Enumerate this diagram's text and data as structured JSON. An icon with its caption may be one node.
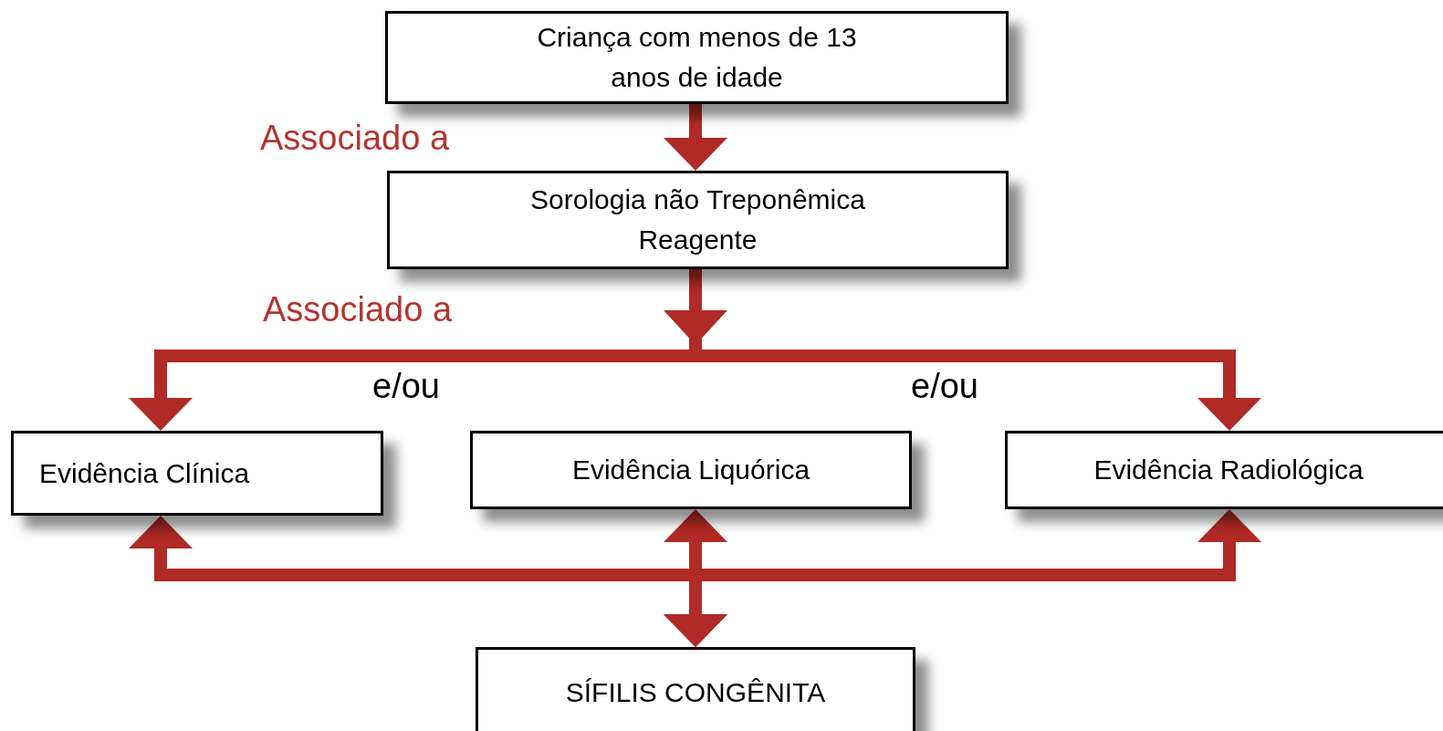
{
  "diagram": {
    "nodes": [
      {
        "text": [
          "Criança com menos de 13 anos de idade"
        ]
      },
      {
        "text": [
          "Sorologia não Treponêmica Reagente"
        ]
      },
      {
        "text": [
          "Evidência Clínica"
        ]
      },
      {
        "text": [
          "Evidência Liquórica"
        ]
      },
      {
        "text": [
          "Evidência Radiológica"
        ]
      },
      {
        "text": [
          "SÍFILIS CONGÊNITA"
        ]
      }
    ],
    "edges": [
      {
        "from": 0,
        "to": 1,
        "arrow": "to"
      },
      {
        "from": 1,
        "to": 2,
        "arrow": "to"
      },
      {
        "from": 1,
        "to": 4,
        "arrow": "to"
      },
      {
        "from": 2,
        "to": 5,
        "arrow": "both"
      },
      {
        "from": 3,
        "to": 5,
        "arrow": "both"
      },
      {
        "from": 4,
        "to": 5,
        "arrow": "both"
      }
    ],
    "labels": [
      "Associado a",
      "Associado a",
      "e/ou",
      "e/ou"
    ]
  }
}
